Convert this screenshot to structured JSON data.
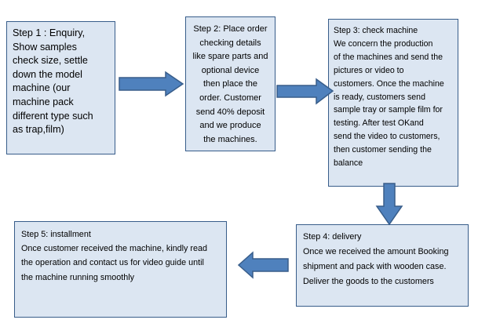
{
  "steps": {
    "step1": "Step 1 : Enquiry,\nShow samples\ncheck size, settle\ndown the model\nmachine (our\nmachine pack\ndifferent type such\nas trap,film)",
    "step2": "Step 2: Place order\nchecking details\nlike spare parts and\noptional device\nthen place the\norder. Customer\nsend 40% deposit\nand we produce\nthe machines.",
    "step3": "Step 3: check machine\n  We concern the production\nof the machines and send the\npictures or video to\ncustomers. Once the machine\nis ready, customers send\nsample tray or sample film for\ntesting. After test OKand\nsend the video to customers,\nthen customer sending the\nbalance",
    "step4": "Step 4: delivery\nOnce we received the amount Booking\nshipment and pack with wooden case.\nDeliver the goods to the customers",
    "step5": "Step 5: installment\nOnce customer received the machine, kindly read\nthe operation and contact us for video guide until\nthe machine running smoothly"
  },
  "colors": {
    "box_fill": "#dce6f2",
    "box_border": "#385d8a",
    "arrow_fill": "#4f81bd",
    "arrow_border": "#385d8a"
  }
}
